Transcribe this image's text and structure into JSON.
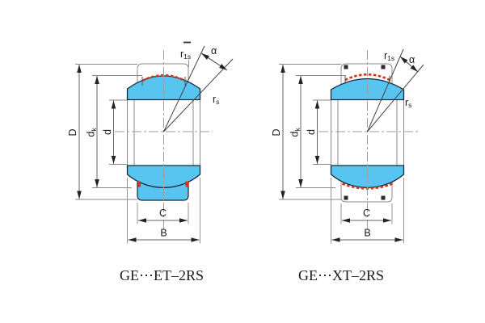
{
  "captions": {
    "left": "GE⋯ET–2RS",
    "right": "GE⋯XT–2RS"
  },
  "labels": {
    "outer_diameter": "D",
    "sphere_diameter_base": "d",
    "sphere_diameter_sub": "k",
    "bore_diameter": "d",
    "outer_ring_width": "C",
    "inner_ring_width": "B",
    "chamfer_small_base": "r",
    "chamfer_small_sub": "1s",
    "chamfer_base": "r",
    "chamfer_sub": "s",
    "tilt_angle": "α"
  },
  "colors": {
    "fill": "#58C5F0",
    "seal": "#D93018",
    "outline": "#16283A",
    "line": "#666666",
    "thin": "#8A8A8A",
    "center": "#9C9C9C",
    "text": "#1A1A1A",
    "clamp": "#2B2B2B"
  }
}
